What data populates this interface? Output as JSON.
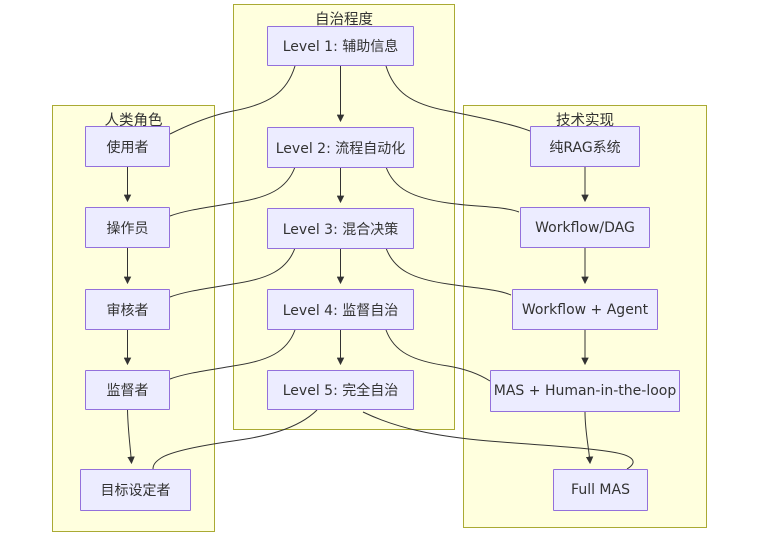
{
  "diagram": {
    "title_implied": "Autonomy levels mapped to human roles and technical implementations",
    "colors": {
      "background": "#FFFFFF",
      "node_fill": "#ECECFF",
      "node_border": "#9370DB",
      "group_fill": "#FFFFDE",
      "group_border": "#AAAA33",
      "edge": "#333333",
      "text": "#333333"
    },
    "groups": {
      "autonomy": {
        "title": "自治程度",
        "nodes": {
          "l1": {
            "label": "Level 1: 辅助信息"
          },
          "l2": {
            "label": "Level 2: 流程自动化"
          },
          "l3": {
            "label": "Level 3: 混合决策"
          },
          "l4": {
            "label": "Level 4: 监督自治"
          },
          "l5": {
            "label": "Level 5: 完全自治"
          }
        }
      },
      "human": {
        "title": "人类角色",
        "nodes": {
          "h1": {
            "label": "使用者"
          },
          "h2": {
            "label": "操作员"
          },
          "h3": {
            "label": "审核者"
          },
          "h4": {
            "label": "监督者"
          },
          "h5": {
            "label": "目标设定者"
          }
        }
      },
      "tech": {
        "title": "技术实现",
        "nodes": {
          "t1": {
            "label": "纯RAG系统"
          },
          "t2": {
            "label": "Workflow/DAG"
          },
          "t3": {
            "label": "Workflow + Agent"
          },
          "t4": {
            "label": "MAS + Human-in-the-loop"
          },
          "t5": {
            "label": "Full MAS"
          }
        }
      }
    },
    "edges": {
      "arrows": [
        {
          "from": "Level 1: 辅助信息",
          "to": "Level 2: 流程自动化"
        },
        {
          "from": "Level 2: 流程自动化",
          "to": "Level 3: 混合决策"
        },
        {
          "from": "Level 3: 混合决策",
          "to": "Level 4: 监督自治"
        },
        {
          "from": "Level 4: 监督自治",
          "to": "Level 5: 完全自治"
        },
        {
          "from": "使用者",
          "to": "操作员"
        },
        {
          "from": "操作员",
          "to": "审核者"
        },
        {
          "from": "审核者",
          "to": "监督者"
        },
        {
          "from": "监督者",
          "to": "目标设定者"
        },
        {
          "from": "纯RAG系统",
          "to": "Workflow/DAG"
        },
        {
          "from": "Workflow/DAG",
          "to": "Workflow + Agent"
        },
        {
          "from": "Workflow + Agent",
          "to": "MAS + Human-in-the-loop"
        },
        {
          "from": "MAS + Human-in-the-loop",
          "to": "Full MAS"
        }
      ],
      "links": [
        {
          "from": "Level 1: 辅助信息",
          "to": "使用者"
        },
        {
          "from": "Level 1: 辅助信息",
          "to": "纯RAG系统"
        },
        {
          "from": "Level 2: 流程自动化",
          "to": "操作员"
        },
        {
          "from": "Level 2: 流程自动化",
          "to": "Workflow/DAG"
        },
        {
          "from": "Level 3: 混合决策",
          "to": "审核者"
        },
        {
          "from": "Level 3: 混合决策",
          "to": "Workflow + Agent"
        },
        {
          "from": "Level 4: 监督自治",
          "to": "监督者"
        },
        {
          "from": "Level 4: 监督自治",
          "to": "MAS + Human-in-the-loop"
        },
        {
          "from": "Level 5: 完全自治",
          "to": "目标设定者"
        },
        {
          "from": "Level 5: 完全自治",
          "to": "Full MAS"
        }
      ]
    }
  }
}
